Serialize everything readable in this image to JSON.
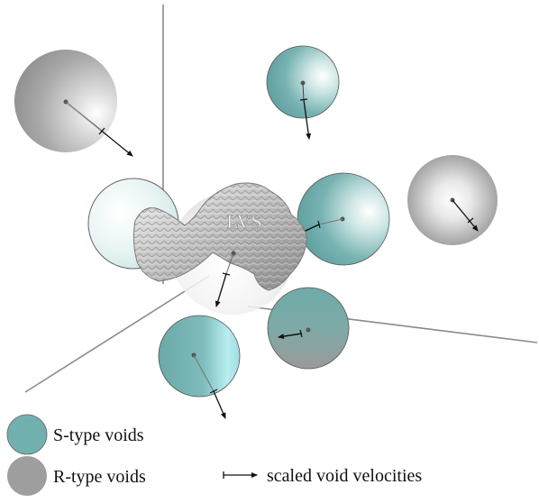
{
  "figure": {
    "center_label": "LVS",
    "colors": {
      "s_type": "#73b1b0",
      "s_type_light": "#ffffff",
      "r_type": "#9c9c9c",
      "r_type_light": "#f4f4f4",
      "axis": "#888888",
      "velocity_arrow": "#111111",
      "center_blob": "#b8b8b8"
    }
  },
  "legend": {
    "s_label": "S-type voids",
    "r_label": "R-type voids",
    "arrow_label": "scaled void velocities"
  }
}
